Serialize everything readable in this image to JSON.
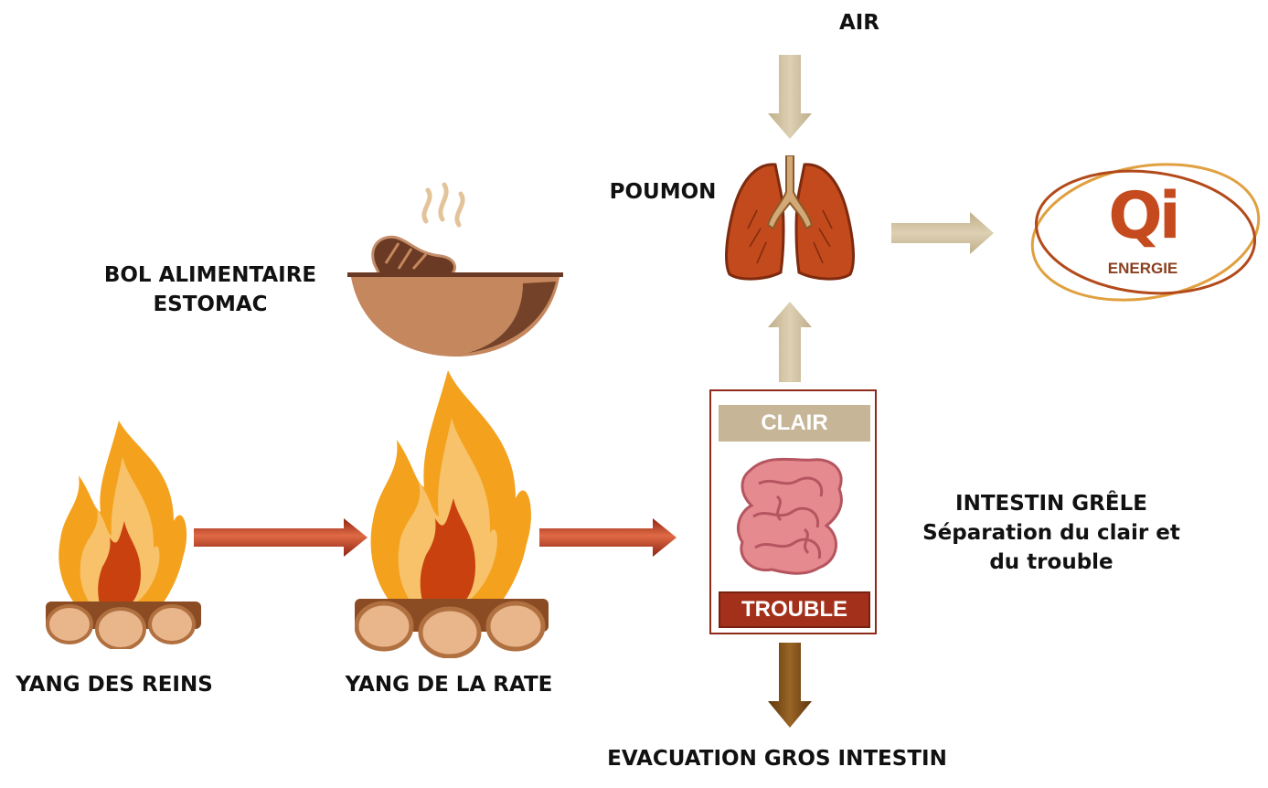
{
  "labels": {
    "air": "AIR",
    "poumon": "POUMON",
    "bol_line1": "BOL ALIMENTAIRE",
    "bol_line2": "ESTOMAC",
    "yang_reins": "YANG DES REINS",
    "yang_rate": "YANG DE LA RATE",
    "intestin_line1": "INTESTIN GRÊLE",
    "intestin_line2": "Séparation du clair et",
    "intestin_line3": "du trouble",
    "evacuation": "EVACUATION GROS INTESTIN",
    "clair": "CLAIR",
    "trouble": "TROUBLE",
    "qi": "Qi",
    "energie": "ENERGIE"
  },
  "colors": {
    "beige_arrow": "#cdbf9f",
    "red_arrow": "#b73a1f",
    "brown_arrow": "#7a4a16",
    "lung": "#c24a1c",
    "qi_brand": "#c54a1d",
    "flame_outer": "#f4a21e",
    "flame_inner": "#c9410f",
    "bowl": "#c4875e"
  },
  "icons": [
    "air-arrow-icon",
    "lungs-icon",
    "qi-logo-icon",
    "bowl-icon",
    "fire-icon",
    "intestine-icon"
  ]
}
